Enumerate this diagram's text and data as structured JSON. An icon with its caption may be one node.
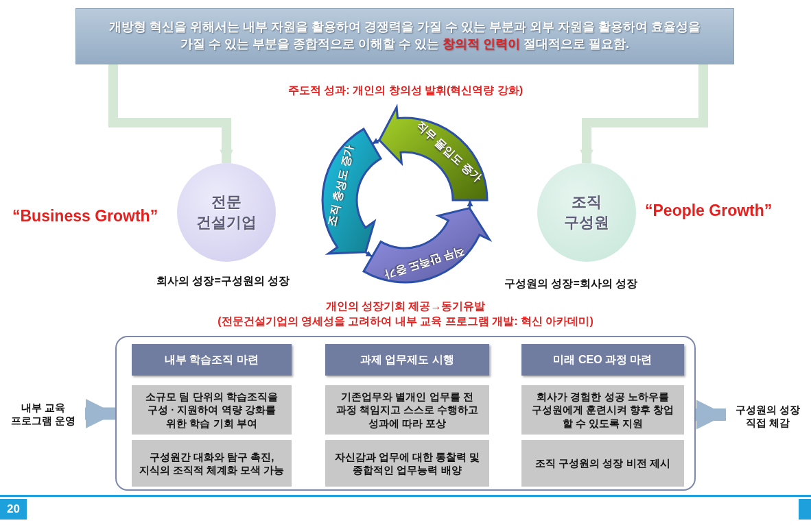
{
  "diagram": {
    "nodes": [
      {
        "text": [
          "개방형 혁신을 위해서는 내부 자원을 활용하여 경쟁력을 가질 수 있는 부분과 외부 자원을 활용하여 효율성을 가질 수 있는 부분을 종합적으로 이해할 수 있는 **창의적 인력이** 절대적으로 필요함."
        ]
      },
      {
        "text": [
          "전문 건설기업"
        ],
        "beside": [
          "“Business Growth”",
          "회사의 성장=구성원의 성장"
        ]
      },
      {
        "text": [
          "조직 구성원"
        ],
        "beside": [
          "“People Growth”",
          "구성원의 성장=회사의 성장"
        ]
      },
      {
        "text": [
          "직무 몰입도 증가"
        ]
      },
      {
        "text": [
          "조직 충성도 증가"
        ]
      },
      {
        "text": [
          "직무 만족도 증가"
        ]
      },
      {
        "text": [],
        "shape": "box"
      },
      {
        "text": [
          "내부 학습조직 마련"
        ],
        "in": 6
      },
      {
        "text": [
          "소규모 팀 단위의 학습조직을 구성 · 지원하여 역량 강화를 위한 학습 기회 부여"
        ],
        "in": 6
      },
      {
        "text": [
          "구성원간 대화와 탐구 촉진, 지식의 조직적 체계화 모색 가능"
        ],
        "in": 6
      },
      {
        "text": [
          "과제 업무제도 시행"
        ],
        "in": 6
      },
      {
        "text": [
          "기존업무와 별개인 업무를 전 과정 책임지고 스스로 수행하고 성과에 따라 포상"
        ],
        "in": 6
      },
      {
        "text": [
          "자신감과 업무에 대한 통찰력 및 종합적인 업무능력 배양"
        ],
        "in": 6
      },
      {
        "text": [
          "미래 CEO 과정 마련"
        ],
        "in": 6
      },
      {
        "text": [
          "회사가 경험한 성공 노하우를 구성원에게 훈련시켜 향후 창업 할 수 있도록 지원"
        ],
        "in": 6
      },
      {
        "text": [
          "조직 구성원의 성장 비전 제시"
        ],
        "in": 6
      },
      {
        "text": [
          "내부 교육 프로그램 운영"
        ]
      },
      {
        "text": [
          "구성원의 성장 직접 체감"
        ]
      }
    ],
    "edges": [
      {
        "from": 0,
        "to": 1,
        "arrow": "to",
        "color": "#d5e8d6"
      },
      {
        "from": 0,
        "to": 2,
        "arrow": "to",
        "color": "#d5e8d6"
      },
      {
        "from": 16,
        "to": 6,
        "arrow": "to",
        "color": "#9cb6cf"
      },
      {
        "from": 6,
        "to": 17,
        "arrow": "to",
        "color": "#9cb6cf"
      },
      {
        "from": 3,
        "to": 4,
        "arrow": "to"
      },
      {
        "from": 4,
        "to": 5,
        "arrow": "to"
      },
      {
        "from": 5,
        "to": 3,
        "arrow": "to"
      }
    ],
    "labels": [
      "주도적 성과: 개인의 창의성 발휘(혁신역량 강화)",
      "개인의 성장기회 제공→동기유발",
      "(전문건설기업의 영세성을 고려하여 내부 교육 프로그램 개발: 혁신 아카데미)",
      "20"
    ]
  }
}
